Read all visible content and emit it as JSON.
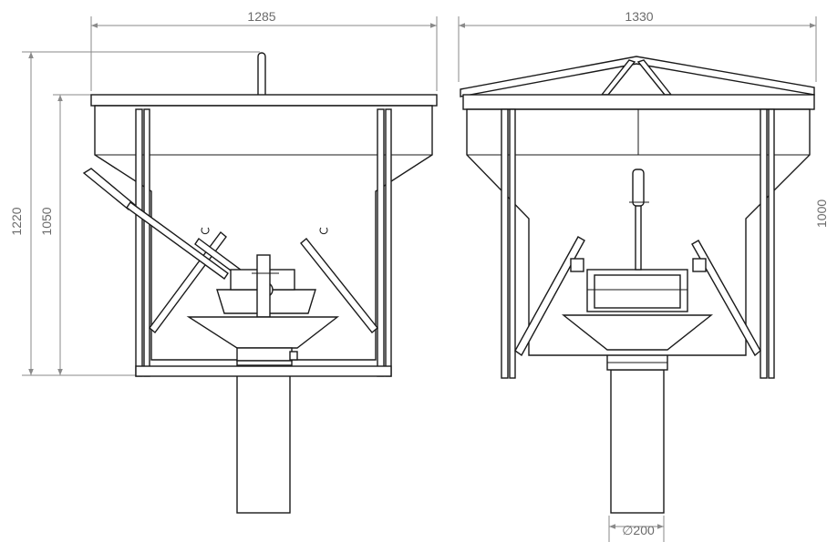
{
  "drawing": {
    "dims": {
      "left_width": "1285",
      "right_width": "1330",
      "total_height": "1220",
      "hopper_height": "1050",
      "right_height_partial": "1000",
      "outlet_diameter": "200"
    },
    "diameter_symbol": "∅"
  },
  "colors": {
    "line": "#1a1a1a",
    "dimension": "#8a8a8a",
    "dimension_text": "#6b6b6b",
    "background": "#ffffff"
  }
}
